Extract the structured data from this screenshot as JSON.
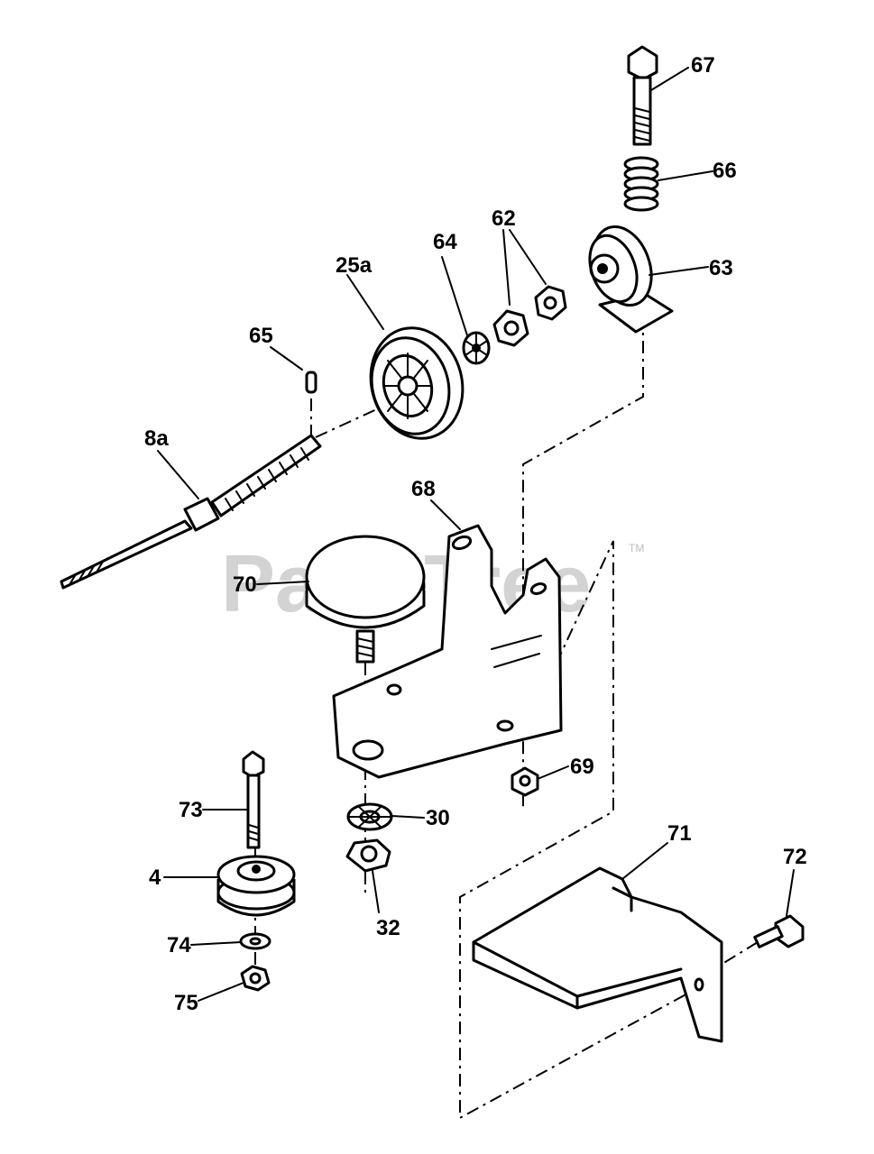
{
  "watermark": {
    "text": "PartsTree",
    "trademark": "TM"
  },
  "callouts": {
    "c67": "67",
    "c66": "66",
    "c62": "62",
    "c64": "64",
    "c63": "63",
    "c25a": "25a",
    "c65": "65",
    "c8a": "8a",
    "c68": "68",
    "c70": "70",
    "c69": "69",
    "c73": "73",
    "c30": "30",
    "c4": "4",
    "c32": "32",
    "c74": "74",
    "c75": "75",
    "c71": "71",
    "c72": "72"
  }
}
